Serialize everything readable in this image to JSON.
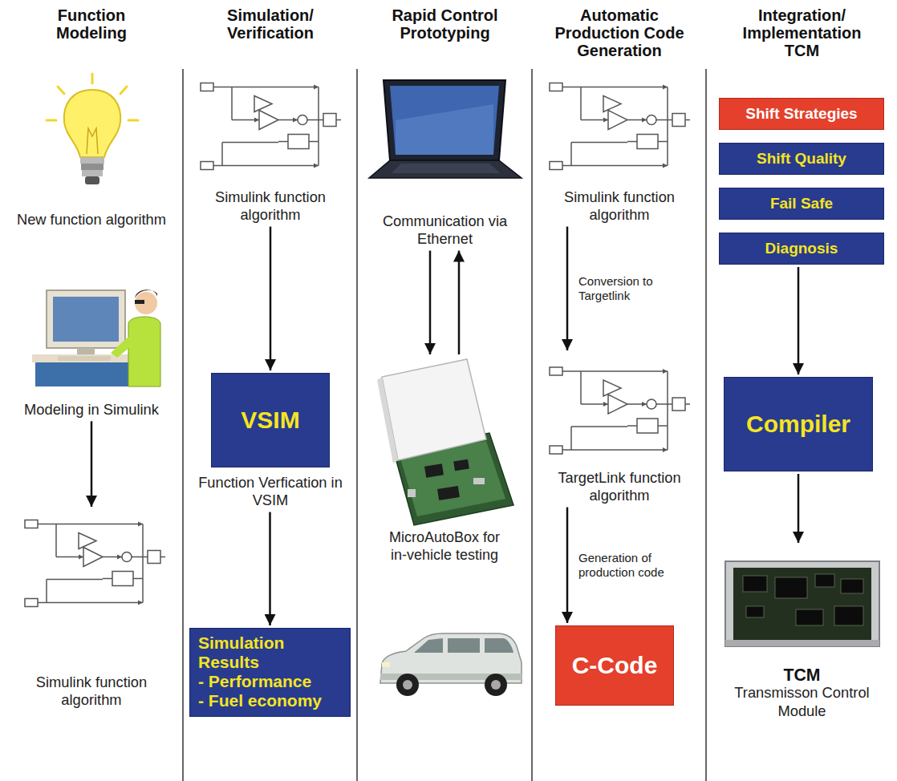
{
  "diagram": {
    "nodes": [
      {
        "text": [
          "Function Modeling"
        ]
      },
      {
        "text": [
          "New function algorithm"
        ],
        "in": 0
      },
      {
        "text": [
          "Modeling in Simulink"
        ],
        "in": 0
      },
      {
        "text": [
          "Simulink function algorithm"
        ],
        "in": 0
      },
      {
        "text": [
          "Simulation/ Verification"
        ]
      },
      {
        "text": [
          "Simulink function algorithm"
        ],
        "in": 4
      },
      {
        "text": [
          "VSIM",
          "Function Verfication in VSIM"
        ],
        "in": 4
      },
      {
        "text": [
          "Simulation Results",
          "- Performance",
          "- Fuel economy"
        ],
        "in": 4
      },
      {
        "text": [
          "Rapid Control Prototyping"
        ]
      },
      {
        "text": [
          "Communication via Ethernet"
        ],
        "in": 8
      },
      {
        "text": [
          "MicroAutoBox for in-vehicle testing"
        ],
        "in": 8
      },
      {
        "text": [
          "Automatic Production Code Generation"
        ]
      },
      {
        "text": [
          "Simulink function algorithm"
        ],
        "in": 11
      },
      {
        "text": [
          "TargetLink function algorithm"
        ],
        "in": 11
      },
      {
        "text": [
          "C-Code"
        ],
        "in": 11
      },
      {
        "text": [
          "Integration/ Implementation TCM"
        ]
      },
      {
        "text": [
          "Shift Strategies"
        ],
        "in": 15
      },
      {
        "text": [
          "Shift Quality"
        ],
        "in": 15
      },
      {
        "text": [
          "Fail Safe"
        ],
        "in": 15
      },
      {
        "text": [
          "Diagnosis"
        ],
        "in": 15
      },
      {
        "text": [
          "Compiler"
        ],
        "in": 15
      },
      {
        "text": [
          "TCM",
          "Transmisson Control Module"
        ],
        "in": 15
      }
    ],
    "edges": [
      {
        "from": 2,
        "to": 3,
        "arrow": "to"
      },
      {
        "from": 5,
        "to": 6,
        "arrow": "to"
      },
      {
        "from": 6,
        "to": 7,
        "arrow": "to"
      },
      {
        "from": 9,
        "to": 10,
        "arrow": "to"
      },
      {
        "from": 10,
        "to": 9,
        "arrow": "to"
      },
      {
        "from": 12,
        "to": 13,
        "label": "Conversion to Targetlink",
        "arrow": "to"
      },
      {
        "from": 13,
        "to": 14,
        "label": "Generation of production code",
        "arrow": "to"
      },
      {
        "from": 19,
        "to": 20,
        "arrow": "to"
      },
      {
        "from": 20,
        "to": 21,
        "arrow": "to"
      }
    ]
  }
}
